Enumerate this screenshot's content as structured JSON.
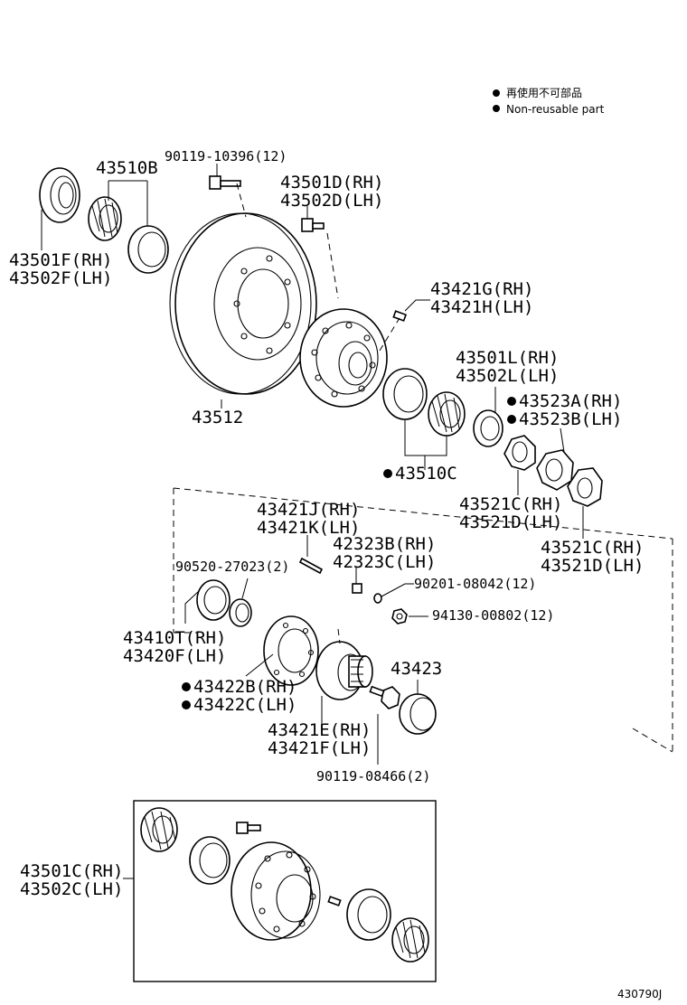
{
  "legend": {
    "jp": "再使用不可部品",
    "en": "Non-reusable part"
  },
  "labels": {
    "p43510B": "43510B",
    "p90119_10396": "90119-10396(12)",
    "p43501D": "43501D(RH)",
    "p43502D": "43502D(LH)",
    "p43501F": "43501F(RH)",
    "p43502F": "43502F(LH)",
    "p43421G": "43421G(RH)",
    "p43421H": "43421H(LH)",
    "p43512": "43512",
    "p43501L": "43501L(RH)",
    "p43502L": "43502L(LH)",
    "p43523A": "43523A(RH)",
    "p43523B": "43523B(LH)",
    "p43510C": "43510C",
    "p43521C_a": "43521C(RH)",
    "p43521D_a": "43521D(LH)",
    "p43421J": "43421J(RH)",
    "p43421K": "43421K(LH)",
    "p42323B": "42323B(RH)",
    "p42323C": "42323C(LH)",
    "p90520": "90520-27023(2)",
    "p90201": "90201-08042(12)",
    "p94130": "94130-00802(12)",
    "p43521C_b": "43521C(RH)",
    "p43521D_b": "43521D(LH)",
    "p43410T": "43410T(RH)",
    "p43420F": "43420F(LH)",
    "p43422B": "43422B(RH)",
    "p43422C": "43422C(LH)",
    "p43423": "43423",
    "p43421E": "43421E(RH)",
    "p43421F": "43421F(LH)",
    "p90119_08466": "90119-08466(2)",
    "p43501C": "43501C(RH)",
    "p43502C": "43502C(LH)"
  },
  "illustration_id": "430790J"
}
